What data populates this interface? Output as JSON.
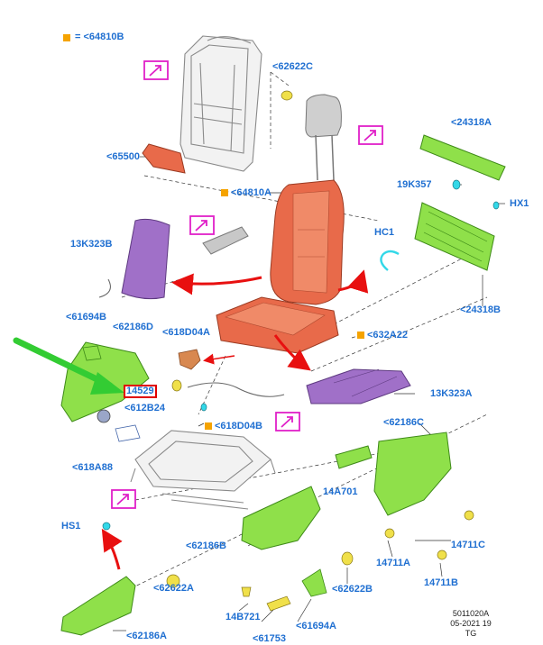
{
  "legend": {
    "marker_color": "#f5a300",
    "text": "= <64810B"
  },
  "labels": {
    "l62622C_top": "<62622C",
    "l65500": "<65500",
    "l64810A": "<64810A",
    "l24318A": "<24318A",
    "l19K357": "19K357",
    "lHX1": "HX1",
    "lHC1": "HC1",
    "l13K323B": "13K323B",
    "l24318B": "<24318B",
    "l61694B": "<61694B",
    "l62186D": "<62186D",
    "l618D04A": "<618D04A",
    "l632A22": "<632A22",
    "l14529": "14529",
    "l13K323A": "13K323A",
    "l612B24": "<612B24",
    "l618D04B": "<618D04B",
    "l62186C": "<62186C",
    "l618A88": "<618A88",
    "l14A701": "14A701",
    "lHS1": "HS1",
    "l62186B": "<62186B",
    "l14711C": "14711C",
    "l14711A": "14711A",
    "l14711B": "14711B",
    "l62622B": "<62622B",
    "l62622A": "<62622A",
    "l14B721": "14B721",
    "l61694A": "<61694A",
    "l61753": "<61753",
    "l62186A": "<62186A"
  },
  "footer": {
    "line1": "5011020A",
    "line2": "05-2021 19",
    "line3": "TG"
  },
  "colors": {
    "label_blue": "#1f6fd1",
    "marker_orange": "#f5a300",
    "callout_magenta": "#e020c8",
    "arrow_red": "#e81010",
    "arrow_green": "#33cc33",
    "highlight_red": "#e00000",
    "part_green": "#8fe04a",
    "part_salmon": "#e86a4a",
    "part_purple": "#a070c8",
    "part_cyan": "#33d8e8",
    "part_grey": "#b8b8b8",
    "part_tan": "#e0b060"
  }
}
